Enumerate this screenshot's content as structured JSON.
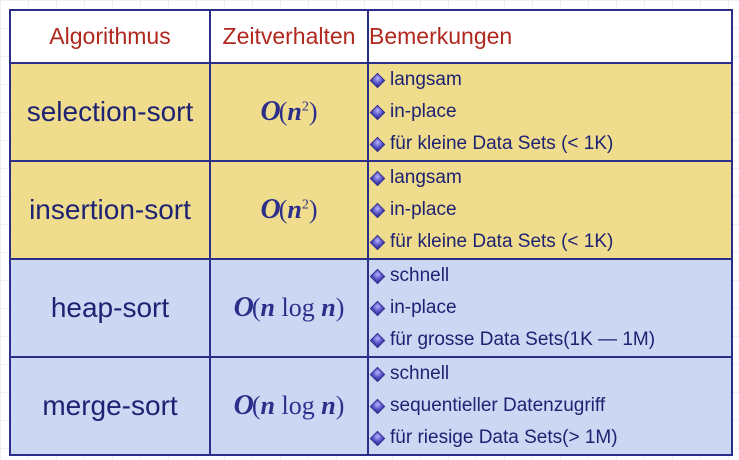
{
  "header": {
    "algorithm": "Algorithmus",
    "time": "Zeitverhalten",
    "notes": "Bemerkungen"
  },
  "rows": [
    {
      "name": "selection-sort",
      "complexity": {
        "O": "O",
        "open": "(",
        "expr": "n",
        "exp": "2",
        "log": "",
        "expr2": "",
        "close": ")"
      },
      "notes": [
        "langsam",
        "in-place",
        "für kleine Data Sets (< 1K)"
      ],
      "color": "#efdc8c"
    },
    {
      "name": "insertion-sort",
      "complexity": {
        "O": "O",
        "open": "(",
        "expr": "n",
        "exp": "2",
        "log": "",
        "expr2": "",
        "close": ")"
      },
      "notes": [
        "langsam",
        "in-place",
        "für kleine Data Sets (< 1K)"
      ],
      "color": "#efdc8c"
    },
    {
      "name": "heap-sort",
      "complexity": {
        "O": "O",
        "open": "(",
        "expr": "n",
        "exp": "",
        "log": " log ",
        "expr2": "n",
        "close": ")"
      },
      "notes": [
        "schnell",
        "in-place",
        "für grosse Data Sets(1K — 1M)"
      ],
      "color": "#cbd7f3"
    },
    {
      "name": "merge-sort",
      "complexity": {
        "O": "O",
        "open": "(",
        "expr": "n",
        "exp": "",
        "log": " log ",
        "expr2": "n",
        "close": ")"
      },
      "notes": [
        "schnell",
        "sequentieller Datenzugriff",
        "für riesige Data Sets(> 1M)"
      ],
      "color": "#cbd7f3"
    }
  ],
  "icons": {
    "bullet": "diamond-bullet-icon"
  },
  "colors": {
    "header_text": "#b0281e",
    "border": "#2b2f8a",
    "slow_row": "#efdc8c",
    "fast_row": "#cbd7f3"
  }
}
